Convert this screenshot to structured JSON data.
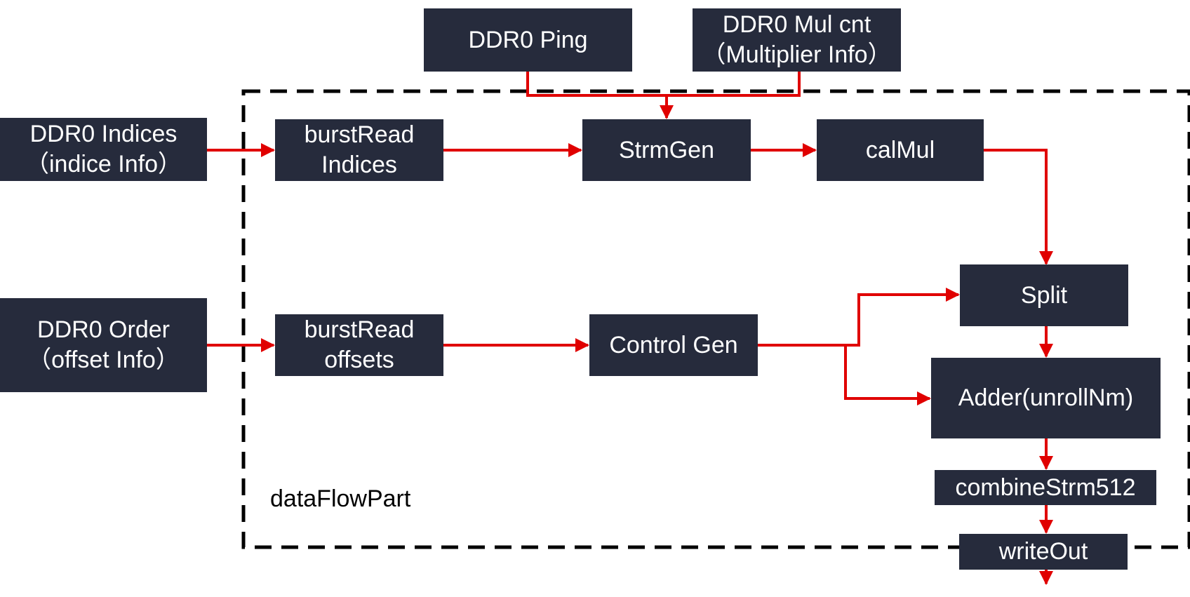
{
  "colors": {
    "node_fill": "#262b3c",
    "node_text": "#ffffff",
    "edge": "#e00000",
    "region_border": "#000000"
  },
  "region": {
    "label": "dataFlowPart"
  },
  "nodes": {
    "ddr0_ping": {
      "lines": [
        "DDR0 Ping"
      ]
    },
    "ddr0_mul_cnt": {
      "lines": [
        "DDR0  Mul cnt",
        "（Multiplier Info）"
      ]
    },
    "ddr0_indices": {
      "lines": [
        "DDR0  Indices",
        "（indice Info）"
      ]
    },
    "ddr0_order": {
      "lines": [
        "DDR0  Order",
        "（offset Info）"
      ]
    },
    "burst_read_indices": {
      "lines": [
        "burstRead",
        "Indices"
      ]
    },
    "burst_read_offsets": {
      "lines": [
        "burstRead",
        "offsets"
      ]
    },
    "strm_gen": {
      "lines": [
        "StrmGen"
      ]
    },
    "cal_mul": {
      "lines": [
        "calMul"
      ]
    },
    "control_gen": {
      "lines": [
        "Control Gen"
      ]
    },
    "split": {
      "lines": [
        "Split"
      ]
    },
    "adder": {
      "lines": [
        "Adder(unrollNm)"
      ]
    },
    "combine_strm": {
      "lines": [
        "combineStrm512"
      ]
    },
    "write_out": {
      "lines": [
        "writeOut"
      ]
    }
  },
  "edges": [
    {
      "from": "ddr0_ping",
      "to": "strm_gen"
    },
    {
      "from": "ddr0_mul_cnt",
      "to": "strm_gen"
    },
    {
      "from": "ddr0_indices",
      "to": "burst_read_indices"
    },
    {
      "from": "burst_read_indices",
      "to": "strm_gen"
    },
    {
      "from": "strm_gen",
      "to": "cal_mul"
    },
    {
      "from": "cal_mul",
      "to": "split"
    },
    {
      "from": "ddr0_order",
      "to": "burst_read_offsets"
    },
    {
      "from": "burst_read_offsets",
      "to": "control_gen"
    },
    {
      "from": "control_gen",
      "to": "split"
    },
    {
      "from": "control_gen",
      "to": "adder"
    },
    {
      "from": "split",
      "to": "adder"
    },
    {
      "from": "adder",
      "to": "combine_strm"
    },
    {
      "from": "combine_strm",
      "to": "write_out"
    },
    {
      "from": "write_out",
      "to": ""
    }
  ]
}
